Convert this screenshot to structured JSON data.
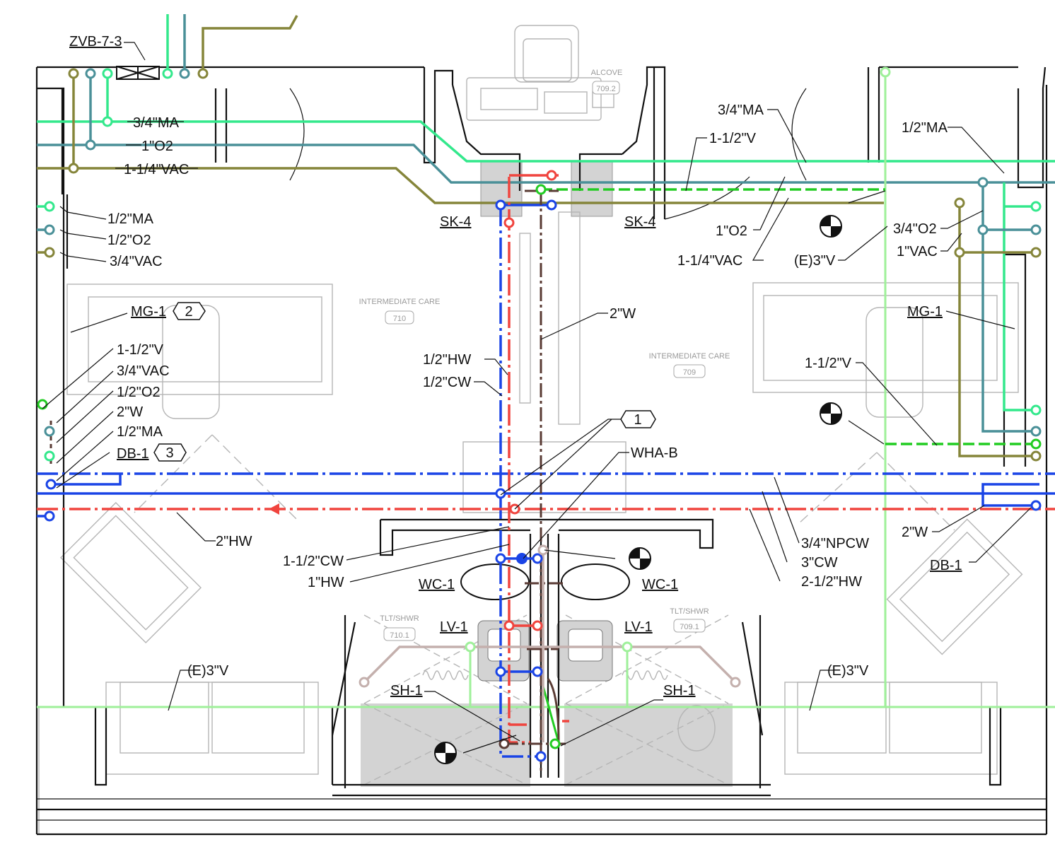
{
  "colors": {
    "medical_air": "#33e88c",
    "oxygen": "#4a9098",
    "vacuum": "#85853a",
    "vent": "#9ff09a",
    "cold_water": "#1a44e6",
    "hot_water": "#f0443e",
    "drain": "#5a3b34",
    "grey_line": "#b5b5b5",
    "wc_return": "#c4b0ad",
    "green_dash": "#22cc22"
  },
  "icons": [
    "shutoff-valve-box-icon",
    "section-symbol-icon",
    "pipe-end-circle-icon"
  ],
  "tags": {
    "zvb": "ZVB-7-3",
    "sk4_left": "SK-4",
    "sk4_right": "SK-4",
    "mg1_left": "MG-1",
    "mg1_right": "MG-1",
    "db1_left": "DB-1",
    "db1_right": "DB-1",
    "wc1_left": "WC-1",
    "wc1_right": "WC-1",
    "lv1_left": "LV-1",
    "lv1_right": "LV-1",
    "sh1_left": "SH-1",
    "sh1_right": "SH-1"
  },
  "keynotes": [
    "2",
    "3",
    "1"
  ],
  "rooms": {
    "alcove": "ALCOVE",
    "alcove_num": "709.2",
    "ic_left": "INTERMEDIATE CARE",
    "ic_left_num": "710",
    "ic_right": "INTERMEDIATE CARE",
    "ic_right_num": "709",
    "tlt_left": "TLT/SHWR",
    "tlt_left_num": "710.1",
    "tlt_right": "TLT/SHWR",
    "tlt_right_num": "709.1"
  },
  "pipe_labels": {
    "ma_main": "3/4\"MA",
    "o2_main": "1\"O2",
    "vac_main": "1-1/4\"VAC",
    "ma_left": "1/2\"MA",
    "o2_left": "1/2\"O2",
    "vac_left": "3/4\"VAC",
    "v_left_hw": "1-1/2\"V",
    "vac_left_hw": "3/4\"VAC",
    "o2_left_hw": "1/2\"O2",
    "w_left_hw": "2\"W",
    "ma_left_hw": "1/2\"MA",
    "hw_2": "2\"HW",
    "ma_right": "3/4\"MA",
    "v_right": "1-1/2\"V",
    "o2_right": "1\"O2",
    "vac_right": "1-1/4\"VAC",
    "ev_top": "(E)3\"V",
    "ma_half_right": "1/2\"MA",
    "o2_right_34": "3/4\"O2",
    "vac_right_1": "1\"VAC",
    "w_center": "2\"W",
    "hw_half": "1/2\"HW",
    "cw_half": "1/2\"CW",
    "wha": "WHA-B",
    "v_right_mid": "1-1/2\"V",
    "cw_112": "1-1/2\"CW",
    "hw_1": "1\"HW",
    "npcw": "3/4\"NPCW",
    "cw_3": "3\"CW",
    "hw_212": "2-1/2\"HW",
    "w_right": "2\"W",
    "ev_bottom_left": "(E)3\"V",
    "ev_bottom_right": "(E)3\"V"
  }
}
